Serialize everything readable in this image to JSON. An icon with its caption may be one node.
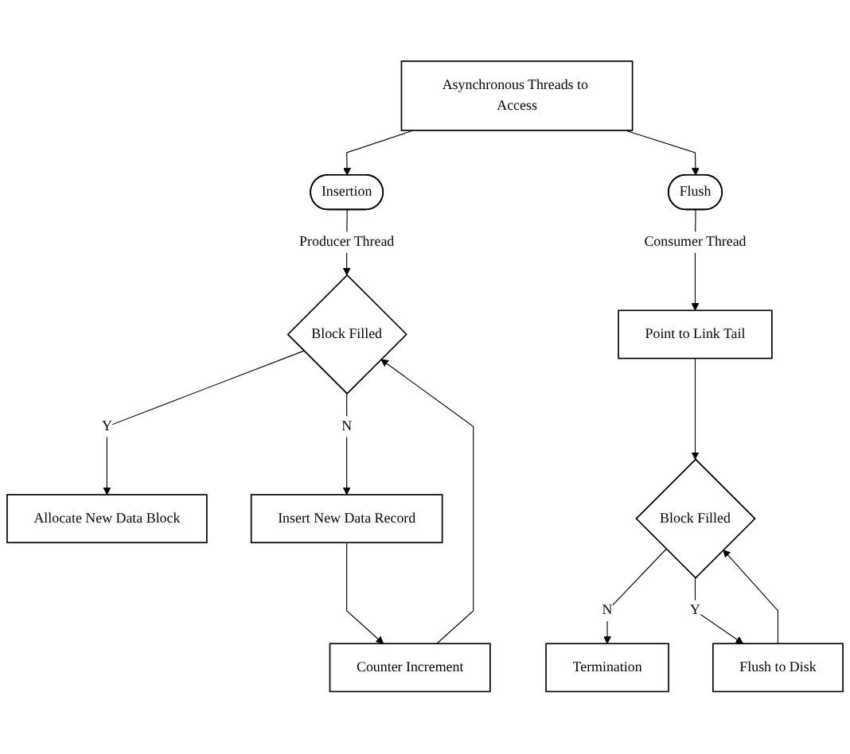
{
  "diagram": {
    "nodes": [
      {
        "text": [
          "Asynchronous Threads to Access"
        ]
      },
      {
        "text": [
          "Insertion"
        ]
      },
      {
        "text": [
          "Flush"
        ]
      },
      {
        "text": [
          "Block Filled"
        ]
      },
      {
        "text": [
          "Allocate New Data Block"
        ]
      },
      {
        "text": [
          "Insert New Data Record"
        ]
      },
      {
        "text": [
          "Counter Increment"
        ]
      },
      {
        "text": [
          "Point to Link Tail"
        ]
      },
      {
        "text": [
          "Block Filled"
        ]
      },
      {
        "text": [
          "Termination"
        ]
      },
      {
        "text": [
          "Flush to Disk"
        ]
      }
    ],
    "edges": [
      {
        "from": 0,
        "to": 1,
        "arrow": "to"
      },
      {
        "from": 0,
        "to": 2,
        "arrow": "to"
      },
      {
        "from": 1,
        "to": 3,
        "arrow": "to",
        "label": "Producer Thread"
      },
      {
        "from": 2,
        "to": 7,
        "arrow": "to",
        "label": "Consumer Thread"
      },
      {
        "from": 3,
        "to": 4,
        "arrow": "to",
        "label": "Y"
      },
      {
        "from": 3,
        "to": 5,
        "arrow": "to",
        "label": "N"
      },
      {
        "from": 5,
        "to": 6,
        "arrow": "to"
      },
      {
        "from": 6,
        "to": 3,
        "arrow": "to"
      },
      {
        "from": 7,
        "to": 8,
        "arrow": "to"
      },
      {
        "from": 8,
        "to": 9,
        "arrow": "to",
        "label": "N"
      },
      {
        "from": 8,
        "to": 10,
        "arrow": "to",
        "label": "Y"
      },
      {
        "from": 10,
        "to": 8,
        "arrow": "to"
      }
    ]
  }
}
